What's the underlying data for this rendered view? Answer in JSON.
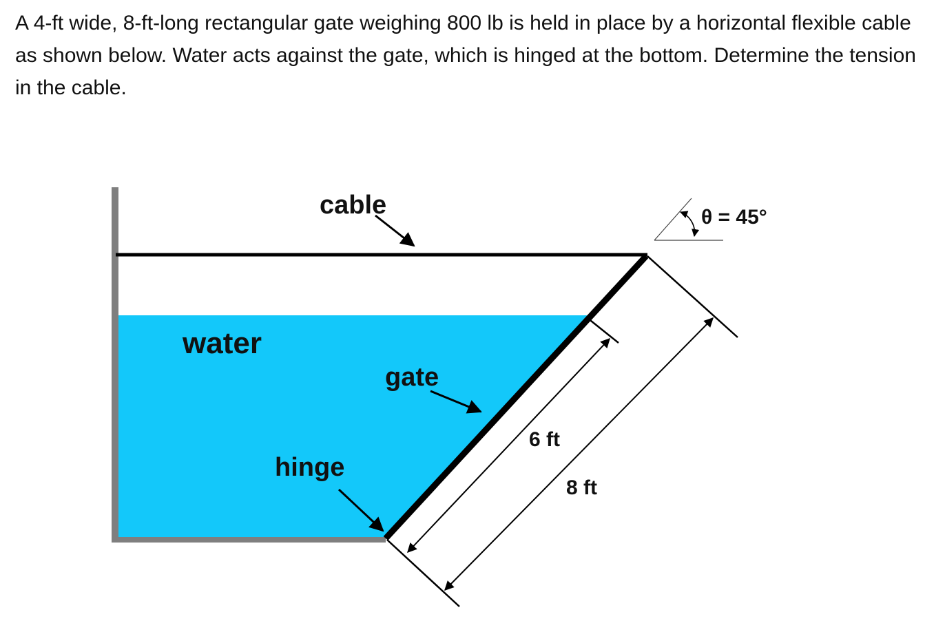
{
  "problem": {
    "text": "A 4-ft wide, 8-ft-long rectangular gate weighing 800 lb is held in place by a horizontal flexible cable as shown below.  Water acts against the gate, which is hinged at the bottom.  Determine the tension in the cable."
  },
  "diagram": {
    "labels": {
      "cable": "cable",
      "water": "water",
      "gate": "gate",
      "hinge": "hinge",
      "dim_water_depth": "6 ft",
      "dim_gate_length": "8 ft",
      "angle": "θ = 45°"
    },
    "colors": {
      "water": "#13C8FA",
      "wall": "#7F7F7F",
      "line": "#000000"
    }
  }
}
